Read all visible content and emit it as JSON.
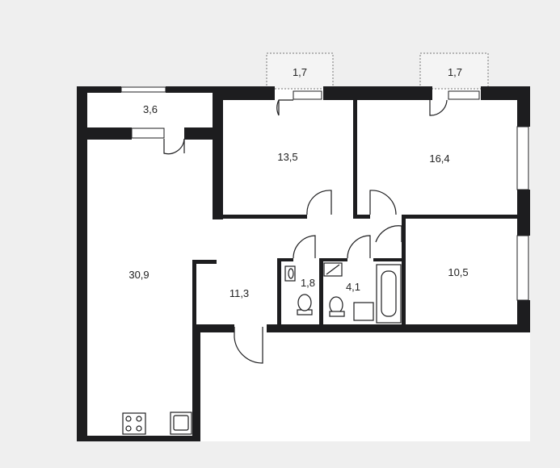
{
  "plan": {
    "rooms": [
      {
        "id": "loggia",
        "area": "3,6"
      },
      {
        "id": "balcony-left",
        "area": "1,7"
      },
      {
        "id": "balcony-right",
        "area": "1,7"
      },
      {
        "id": "bedroom-left",
        "area": "13,5"
      },
      {
        "id": "bedroom-right",
        "area": "16,4"
      },
      {
        "id": "living-kitchen",
        "area": "30,9"
      },
      {
        "id": "hallway",
        "area": "11,3"
      },
      {
        "id": "toilet",
        "area": "1,8"
      },
      {
        "id": "bathroom",
        "area": "4,1"
      },
      {
        "id": "bedroom-small",
        "area": "10,5"
      }
    ]
  }
}
